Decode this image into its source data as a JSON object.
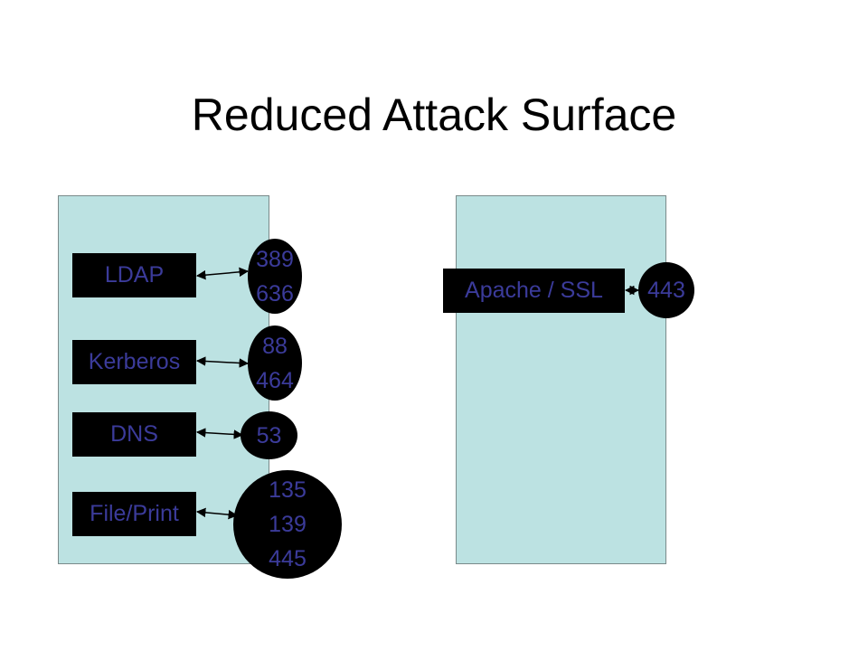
{
  "title": "Reduced Attack Surface",
  "colors": {
    "server_fill": "#bce2e2",
    "box_fill": "#000000",
    "label_text": "#3b3b9a",
    "connector": "#000000"
  },
  "left_server": {
    "services": [
      {
        "label": "LDAP",
        "ports": [
          "389",
          "636"
        ]
      },
      {
        "label": "Kerberos",
        "ports": [
          "88",
          "464"
        ]
      },
      {
        "label": "DNS",
        "ports": [
          "53"
        ]
      },
      {
        "label": "File/Print",
        "ports": [
          "135",
          "139",
          "445"
        ]
      }
    ]
  },
  "right_server": {
    "services": [
      {
        "label": "Apache / SSL",
        "ports": [
          "443"
        ]
      }
    ]
  }
}
